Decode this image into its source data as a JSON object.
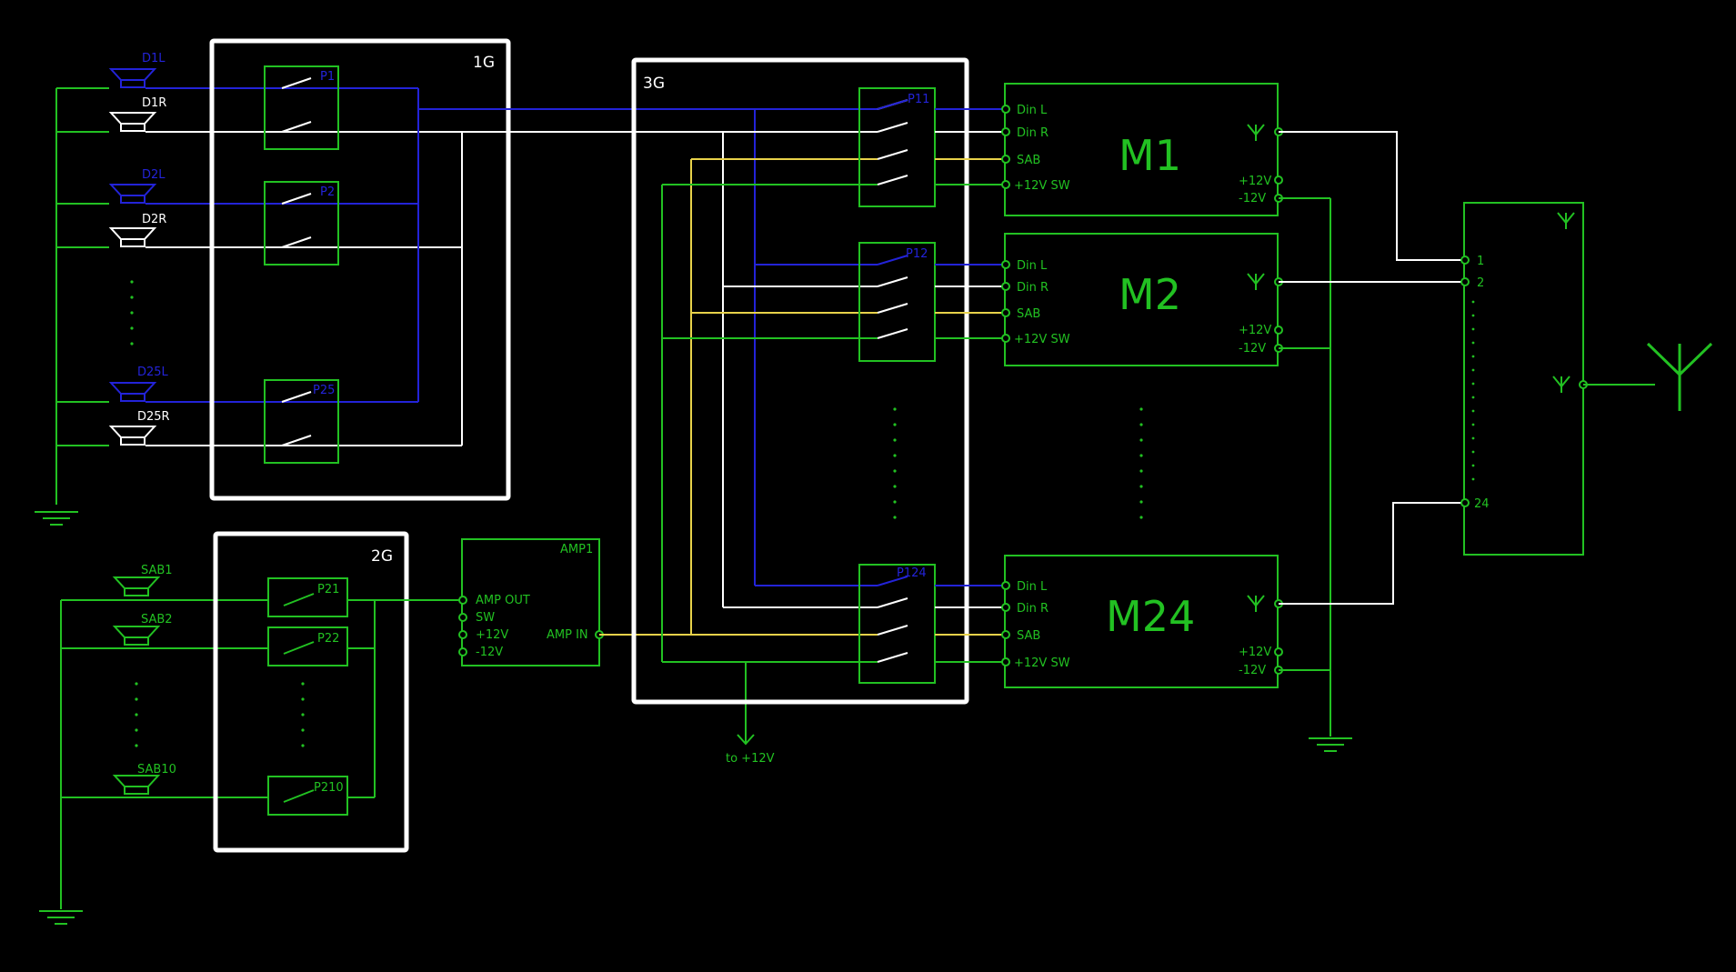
{
  "colors": {
    "background": "#000000",
    "green": "#22c122",
    "blue": "#2323d8",
    "white": "#ffffff",
    "yellow": "#e8d24a"
  },
  "speakers": {
    "d1l": "D1L",
    "d1r": "D1R",
    "d2l": "D2L",
    "d2r": "D2R",
    "d25l": "D25L",
    "d25r": "D25R",
    "sab1": "SAB1",
    "sab2": "SAB2",
    "sab10": "SAB10"
  },
  "groups": {
    "g1": "1G",
    "g2": "2G",
    "g3": "3G"
  },
  "relays_1g": {
    "p1": "P1",
    "p2": "P2",
    "p25": "P25"
  },
  "relays_2g": {
    "p21": "P21",
    "p22": "P22",
    "p210": "P210"
  },
  "relays_3g": {
    "p11": "P11",
    "p12": "P12",
    "p124": "P124"
  },
  "amp": {
    "title": "AMP1",
    "amp_out": "AMP OUT",
    "sw": "SW",
    "plus12": "+12V",
    "minus12": "-12V",
    "amp_in": "AMP IN"
  },
  "module_pins": {
    "din_l": "Din L",
    "din_r": "Din R",
    "sab": "SAB",
    "plus12sw": "+12V SW",
    "plus12": "+12V",
    "minus12": "-12V"
  },
  "modules": {
    "m1": "M1",
    "m2": "M2",
    "m24": "M24"
  },
  "combiner": {
    "in1": "1",
    "in2": "2",
    "in24": "24"
  },
  "supply_label": "to +12V"
}
